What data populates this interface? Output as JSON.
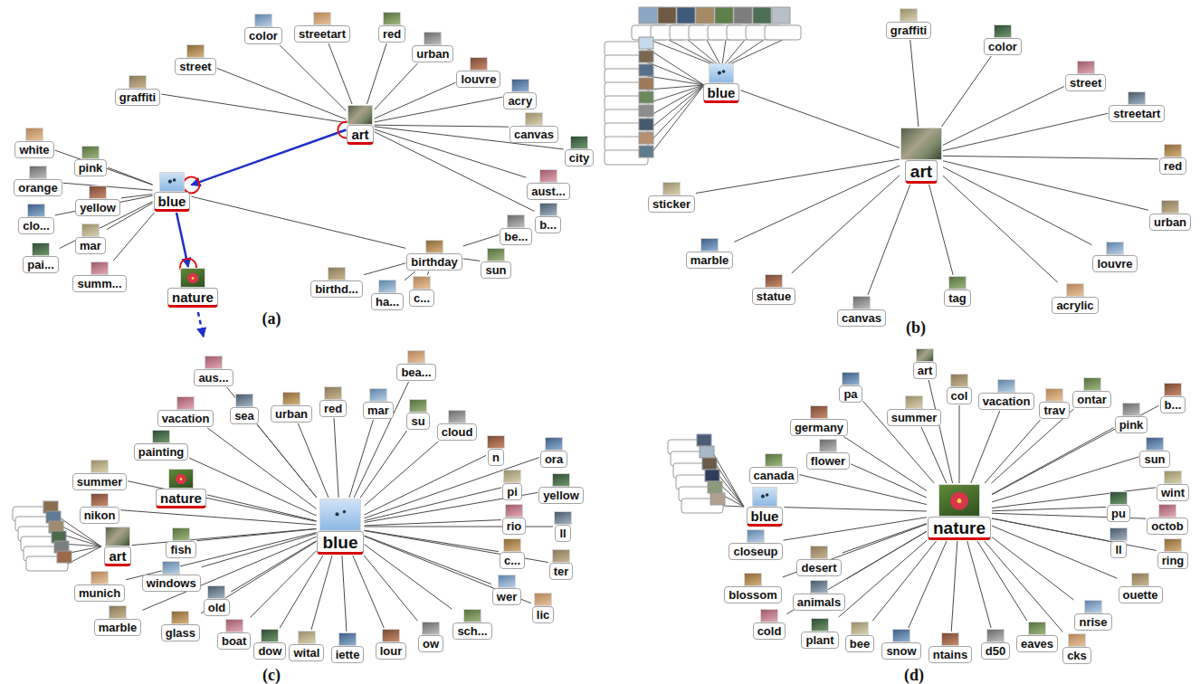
{
  "diagram": {
    "nodes": [
      {
        "text": [
          "art"
        ]
      },
      {
        "text": [
          "color"
        ]
      },
      {
        "text": [
          "streetart"
        ]
      },
      {
        "text": [
          "red"
        ]
      },
      {
        "text": [
          "urban"
        ]
      },
      {
        "text": [
          "louvre"
        ]
      },
      {
        "text": [
          "acry"
        ]
      },
      {
        "text": [
          "canvas"
        ]
      },
      {
        "text": [
          "city"
        ]
      },
      {
        "text": [
          "aust..."
        ]
      },
      {
        "text": [
          "b..."
        ]
      },
      {
        "text": [
          "street"
        ]
      },
      {
        "text": [
          "graffiti"
        ]
      },
      {
        "text": [
          "blue"
        ]
      },
      {
        "text": [
          "white"
        ]
      },
      {
        "text": [
          "pink"
        ]
      },
      {
        "text": [
          "orange"
        ]
      },
      {
        "text": [
          "yellow"
        ]
      },
      {
        "text": [
          "clo..."
        ]
      },
      {
        "text": [
          "mar"
        ]
      },
      {
        "text": [
          "pai..."
        ]
      },
      {
        "text": [
          "summ..."
        ]
      },
      {
        "text": [
          "nature"
        ]
      },
      {
        "text": [
          "birthday"
        ]
      },
      {
        "text": [
          "birthd..."
        ]
      },
      {
        "text": [
          "ha..."
        ]
      },
      {
        "text": [
          "c..."
        ]
      },
      {
        "text": [
          "sun"
        ]
      },
      {
        "text": [
          "be..."
        ]
      },
      {
        "text": [
          "art"
        ]
      },
      {
        "text": [
          "blue"
        ]
      },
      {
        "text": [
          "graffiti"
        ]
      },
      {
        "text": [
          "color"
        ]
      },
      {
        "text": [
          "street"
        ]
      },
      {
        "text": [
          "streetart"
        ]
      },
      {
        "text": [
          "red"
        ]
      },
      {
        "text": [
          "urban"
        ]
      },
      {
        "text": [
          "louvre"
        ]
      },
      {
        "text": [
          "acrylic"
        ]
      },
      {
        "text": [
          "tag"
        ]
      },
      {
        "text": [
          "canvas"
        ]
      },
      {
        "text": [
          "statue"
        ]
      },
      {
        "text": [
          "marble"
        ]
      },
      {
        "text": [
          "sticker"
        ]
      },
      {
        "text": [
          "blue"
        ]
      },
      {
        "text": [
          "aus..."
        ]
      },
      {
        "text": [
          "sea"
        ]
      },
      {
        "text": [
          "urban"
        ]
      },
      {
        "text": [
          "red"
        ]
      },
      {
        "text": [
          "mar"
        ]
      },
      {
        "text": [
          "bea..."
        ]
      },
      {
        "text": [
          "su"
        ]
      },
      {
        "text": [
          "cloud"
        ]
      },
      {
        "text": [
          "n"
        ]
      },
      {
        "text": [
          "ora"
        ]
      },
      {
        "text": [
          "pi"
        ]
      },
      {
        "text": [
          "yellow"
        ]
      },
      {
        "text": [
          "rio"
        ]
      },
      {
        "text": [
          "ll"
        ]
      },
      {
        "text": [
          "c..."
        ]
      },
      {
        "text": [
          "ter"
        ]
      },
      {
        "text": [
          "wer"
        ]
      },
      {
        "text": [
          "lic"
        ]
      },
      {
        "text": [
          "sch..."
        ]
      },
      {
        "text": [
          "ow"
        ]
      },
      {
        "text": [
          "lour"
        ]
      },
      {
        "text": [
          "iette"
        ]
      },
      {
        "text": [
          "wital"
        ]
      },
      {
        "text": [
          "dow"
        ]
      },
      {
        "text": [
          "boat"
        ]
      },
      {
        "text": [
          "old"
        ]
      },
      {
        "text": [
          "glass"
        ]
      },
      {
        "text": [
          "marble"
        ]
      },
      {
        "text": [
          "windows"
        ]
      },
      {
        "text": [
          "munich"
        ]
      },
      {
        "text": [
          "fish"
        ]
      },
      {
        "text": [
          "art"
        ]
      },
      {
        "text": [
          "nikon"
        ]
      },
      {
        "text": [
          "nature"
        ]
      },
      {
        "text": [
          "summer"
        ]
      },
      {
        "text": [
          "painting"
        ]
      },
      {
        "text": [
          "vacation"
        ]
      },
      {
        "text": [
          "nature"
        ]
      },
      {
        "text": [
          "art"
        ]
      },
      {
        "text": [
          "col"
        ]
      },
      {
        "text": [
          "vacation"
        ]
      },
      {
        "text": [
          "trav"
        ]
      },
      {
        "text": [
          "ontar"
        ]
      },
      {
        "text": [
          "pink"
        ]
      },
      {
        "text": [
          "b..."
        ]
      },
      {
        "text": [
          "sun"
        ]
      },
      {
        "text": [
          "wint"
        ]
      },
      {
        "text": [
          "pu"
        ]
      },
      {
        "text": [
          "octob"
        ]
      },
      {
        "text": [
          "ll"
        ]
      },
      {
        "text": [
          "ring"
        ]
      },
      {
        "text": [
          "ouette"
        ]
      },
      {
        "text": [
          "nrise"
        ]
      },
      {
        "text": [
          "cks"
        ]
      },
      {
        "text": [
          "eaves"
        ]
      },
      {
        "text": [
          "d50"
        ]
      },
      {
        "text": [
          "ntains"
        ]
      },
      {
        "text": [
          "snow"
        ]
      },
      {
        "text": [
          "bee"
        ]
      },
      {
        "text": [
          "plant"
        ]
      },
      {
        "text": [
          "cold"
        ]
      },
      {
        "text": [
          "animals"
        ]
      },
      {
        "text": [
          "blossom"
        ]
      },
      {
        "text": [
          "desert"
        ]
      },
      {
        "text": [
          "closeup"
        ]
      },
      {
        "text": [
          "blue"
        ]
      },
      {
        "text": [
          "canada"
        ]
      },
      {
        "text": [
          "flower"
        ]
      },
      {
        "text": [
          "germany"
        ]
      },
      {
        "text": [
          "pa"
        ]
      },
      {
        "text": [
          "summer"
        ]
      }
    ],
    "edges": [
      {
        "from": 0,
        "to": 1,
        "arrow": "none"
      },
      {
        "from": 0,
        "to": 2,
        "arrow": "none"
      },
      {
        "from": 0,
        "to": 3,
        "arrow": "none"
      },
      {
        "from": 0,
        "to": 4,
        "arrow": "none"
      },
      {
        "from": 0,
        "to": 5,
        "arrow": "none"
      },
      {
        "from": 0,
        "to": 6,
        "arrow": "none"
      },
      {
        "from": 0,
        "to": 7,
        "arrow": "none"
      },
      {
        "from": 0,
        "to": 8,
        "arrow": "none"
      },
      {
        "from": 0,
        "to": 9,
        "arrow": "none"
      },
      {
        "from": 0,
        "to": 10,
        "arrow": "none"
      },
      {
        "from": 0,
        "to": 11,
        "arrow": "none"
      },
      {
        "from": 0,
        "to": 12,
        "arrow": "none"
      },
      {
        "from": 0,
        "to": 13,
        "arrow": "to"
      },
      {
        "from": 13,
        "to": 14,
        "arrow": "none"
      },
      {
        "from": 13,
        "to": 15,
        "arrow": "none"
      },
      {
        "from": 13,
        "to": 16,
        "arrow": "none"
      },
      {
        "from": 13,
        "to": 17,
        "arrow": "none"
      },
      {
        "from": 13,
        "to": 18,
        "arrow": "none"
      },
      {
        "from": 13,
        "to": 19,
        "arrow": "none"
      },
      {
        "from": 13,
        "to": 20,
        "arrow": "none"
      },
      {
        "from": 13,
        "to": 21,
        "arrow": "none"
      },
      {
        "from": 13,
        "to": 22,
        "arrow": "to"
      },
      {
        "from": 13,
        "to": 23,
        "arrow": "none"
      },
      {
        "from": 23,
        "to": 24,
        "arrow": "none"
      },
      {
        "from": 23,
        "to": 25,
        "arrow": "none"
      },
      {
        "from": 23,
        "to": 26,
        "arrow": "none"
      },
      {
        "from": 23,
        "to": 27,
        "arrow": "none"
      },
      {
        "from": 23,
        "to": 28,
        "arrow": "none"
      },
      {
        "from": 29,
        "to": 30,
        "arrow": "none"
      },
      {
        "from": 29,
        "to": 31,
        "arrow": "none"
      },
      {
        "from": 29,
        "to": 32,
        "arrow": "none"
      },
      {
        "from": 29,
        "to": 33,
        "arrow": "none"
      },
      {
        "from": 29,
        "to": 34,
        "arrow": "none"
      },
      {
        "from": 29,
        "to": 35,
        "arrow": "none"
      },
      {
        "from": 29,
        "to": 36,
        "arrow": "none"
      },
      {
        "from": 29,
        "to": 37,
        "arrow": "none"
      },
      {
        "from": 29,
        "to": 38,
        "arrow": "none"
      },
      {
        "from": 29,
        "to": 39,
        "arrow": "none"
      },
      {
        "from": 29,
        "to": 40,
        "arrow": "none"
      },
      {
        "from": 29,
        "to": 41,
        "arrow": "none"
      },
      {
        "from": 29,
        "to": 42,
        "arrow": "none"
      },
      {
        "from": 29,
        "to": 43,
        "arrow": "none"
      },
      {
        "from": 44,
        "to": 45,
        "arrow": "none"
      },
      {
        "from": 44,
        "to": 46,
        "arrow": "none"
      },
      {
        "from": 44,
        "to": 47,
        "arrow": "none"
      },
      {
        "from": 44,
        "to": 48,
        "arrow": "none"
      },
      {
        "from": 44,
        "to": 49,
        "arrow": "none"
      },
      {
        "from": 44,
        "to": 50,
        "arrow": "none"
      },
      {
        "from": 44,
        "to": 51,
        "arrow": "none"
      },
      {
        "from": 44,
        "to": 52,
        "arrow": "none"
      },
      {
        "from": 44,
        "to": 53,
        "arrow": "none"
      },
      {
        "from": 44,
        "to": 54,
        "arrow": "none"
      },
      {
        "from": 44,
        "to": 55,
        "arrow": "none"
      },
      {
        "from": 44,
        "to": 56,
        "arrow": "none"
      },
      {
        "from": 44,
        "to": 57,
        "arrow": "none"
      },
      {
        "from": 44,
        "to": 58,
        "arrow": "none"
      },
      {
        "from": 44,
        "to": 59,
        "arrow": "none"
      },
      {
        "from": 44,
        "to": 60,
        "arrow": "none"
      },
      {
        "from": 44,
        "to": 61,
        "arrow": "none"
      },
      {
        "from": 44,
        "to": 62,
        "arrow": "none"
      },
      {
        "from": 44,
        "to": 63,
        "arrow": "none"
      },
      {
        "from": 44,
        "to": 64,
        "arrow": "none"
      },
      {
        "from": 44,
        "to": 65,
        "arrow": "none"
      },
      {
        "from": 44,
        "to": 66,
        "arrow": "none"
      },
      {
        "from": 44,
        "to": 67,
        "arrow": "none"
      },
      {
        "from": 44,
        "to": 68,
        "arrow": "none"
      },
      {
        "from": 44,
        "to": 69,
        "arrow": "none"
      },
      {
        "from": 44,
        "to": 70,
        "arrow": "none"
      },
      {
        "from": 44,
        "to": 71,
        "arrow": "none"
      },
      {
        "from": 44,
        "to": 72,
        "arrow": "none"
      },
      {
        "from": 44,
        "to": 73,
        "arrow": "none"
      },
      {
        "from": 44,
        "to": 74,
        "arrow": "none"
      },
      {
        "from": 44,
        "to": 75,
        "arrow": "none"
      },
      {
        "from": 44,
        "to": 76,
        "arrow": "none"
      },
      {
        "from": 44,
        "to": 77,
        "arrow": "none"
      },
      {
        "from": 44,
        "to": 78,
        "arrow": "none"
      },
      {
        "from": 44,
        "to": 79,
        "arrow": "none"
      },
      {
        "from": 44,
        "to": 80,
        "arrow": "none"
      },
      {
        "from": 44,
        "to": 81,
        "arrow": "none"
      },
      {
        "from": 82,
        "to": 83,
        "arrow": "none"
      },
      {
        "from": 82,
        "to": 84,
        "arrow": "none"
      },
      {
        "from": 82,
        "to": 85,
        "arrow": "none"
      },
      {
        "from": 82,
        "to": 86,
        "arrow": "none"
      },
      {
        "from": 82,
        "to": 87,
        "arrow": "none"
      },
      {
        "from": 82,
        "to": 88,
        "arrow": "none"
      },
      {
        "from": 82,
        "to": 89,
        "arrow": "none"
      },
      {
        "from": 82,
        "to": 90,
        "arrow": "none"
      },
      {
        "from": 82,
        "to": 91,
        "arrow": "none"
      },
      {
        "from": 82,
        "to": 92,
        "arrow": "none"
      },
      {
        "from": 82,
        "to": 93,
        "arrow": "none"
      },
      {
        "from": 82,
        "to": 94,
        "arrow": "none"
      },
      {
        "from": 82,
        "to": 95,
        "arrow": "none"
      },
      {
        "from": 82,
        "to": 96,
        "arrow": "none"
      },
      {
        "from": 82,
        "to": 97,
        "arrow": "none"
      },
      {
        "from": 82,
        "to": 98,
        "arrow": "none"
      },
      {
        "from": 82,
        "to": 99,
        "arrow": "none"
      },
      {
        "from": 82,
        "to": 100,
        "arrow": "none"
      },
      {
        "from": 82,
        "to": 101,
        "arrow": "none"
      },
      {
        "from": 82,
        "to": 102,
        "arrow": "none"
      },
      {
        "from": 82,
        "to": 103,
        "arrow": "none"
      },
      {
        "from": 82,
        "to": 104,
        "arrow": "none"
      },
      {
        "from": 82,
        "to": 105,
        "arrow": "none"
      },
      {
        "from": 82,
        "to": 106,
        "arrow": "none"
      },
      {
        "from": 82,
        "to": 107,
        "arrow": "none"
      },
      {
        "from": 82,
        "to": 108,
        "arrow": "none"
      },
      {
        "from": 82,
        "to": 109,
        "arrow": "none"
      },
      {
        "from": 82,
        "to": 110,
        "arrow": "none"
      },
      {
        "from": 82,
        "to": 111,
        "arrow": "none"
      },
      {
        "from": 82,
        "to": 112,
        "arrow": "none"
      },
      {
        "from": 82,
        "to": 113,
        "arrow": "none"
      },
      {
        "from": 82,
        "to": 114,
        "arrow": "none"
      },
      {
        "from": 82,
        "to": 115,
        "arrow": "none"
      }
    ],
    "labels": [
      "(a)",
      "(b)",
      "(c)",
      "(d)"
    ]
  }
}
